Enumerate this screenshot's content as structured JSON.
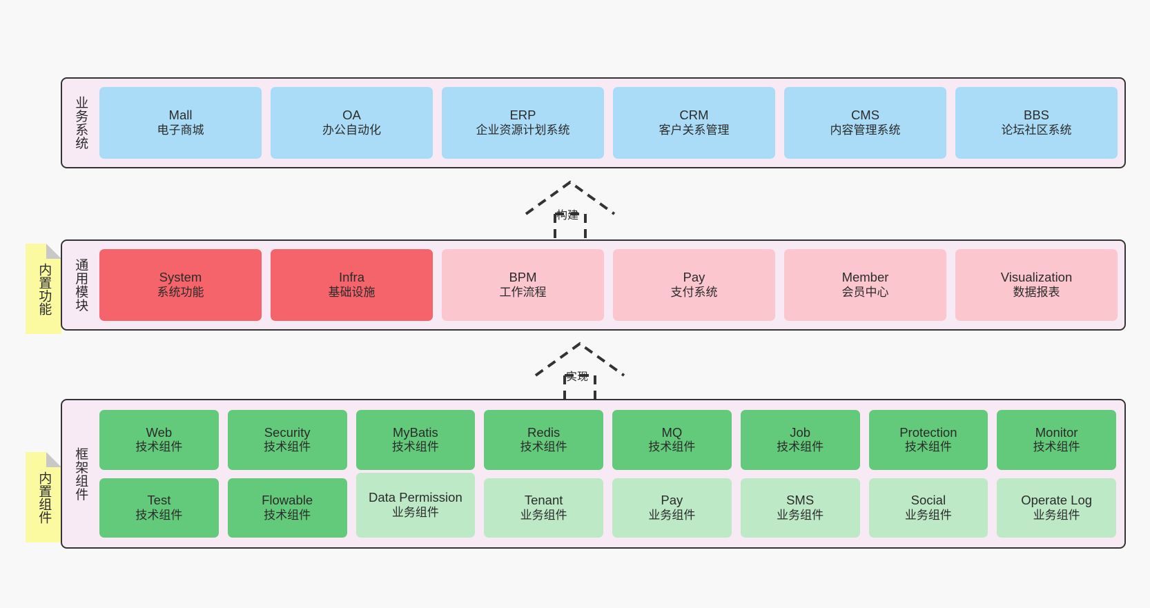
{
  "diagram": {
    "background_color": "#f8f8f8",
    "layer_fill": "#f8eaf4",
    "layer_border": "#333333",
    "note_fill": "#fbfaa0",
    "note_fold": "#c8c8c8"
  },
  "layers": [
    {
      "id": "business-system",
      "title": "业务系统",
      "note": null,
      "rows": [
        {
          "nodes": [
            {
              "en": "Mall",
              "cn": "电子商城",
              "color": "#aadcf8",
              "style": "blue"
            },
            {
              "en": "OA",
              "cn": "办公自动化",
              "color": "#aadcf8",
              "style": "blue"
            },
            {
              "en": "ERP",
              "cn": "企业资源计划系统",
              "color": "#aadcf8",
              "style": "blue"
            },
            {
              "en": "CRM",
              "cn": "客户关系管理",
              "color": "#aadcf8",
              "style": "blue"
            },
            {
              "en": "CMS",
              "cn": "内容管理系统",
              "color": "#aadcf8",
              "style": "blue"
            },
            {
              "en": "BBS",
              "cn": "论坛社区系统",
              "color": "#aadcf8",
              "style": "blue"
            }
          ]
        }
      ]
    },
    {
      "id": "common-module",
      "title": "通用模块",
      "note": "内置功能",
      "rows": [
        {
          "nodes": [
            {
              "en": "System",
              "cn": "系统功能",
              "color": "#f4646a",
              "style": "redA"
            },
            {
              "en": "Infra",
              "cn": "基础设施",
              "color": "#f4646a",
              "style": "redA"
            },
            {
              "en": "BPM",
              "cn": "工作流程",
              "color": "#fbc6ce",
              "style": "redB"
            },
            {
              "en": "Pay",
              "cn": "支付系统",
              "color": "#fbc6ce",
              "style": "redB"
            },
            {
              "en": "Member",
              "cn": "会员中心",
              "color": "#fbc6ce",
              "style": "redB"
            },
            {
              "en": "Visualization",
              "cn": "数据报表",
              "color": "#fbc6ce",
              "style": "redB"
            }
          ]
        }
      ]
    },
    {
      "id": "framework-component",
      "title": "框架组件",
      "note": "内置组件",
      "rows": [
        {
          "nodes": [
            {
              "en": "Web",
              "cn": "技术组件",
              "color": "#63c97b",
              "style": "greenA"
            },
            {
              "en": "Security",
              "cn": "技术组件",
              "color": "#63c97b",
              "style": "greenA"
            },
            {
              "en": "MyBatis",
              "cn": "技术组件",
              "color": "#63c97b",
              "style": "greenA"
            },
            {
              "en": "Redis",
              "cn": "技术组件",
              "color": "#63c97b",
              "style": "greenA"
            },
            {
              "en": "MQ",
              "cn": "技术组件",
              "color": "#63c97b",
              "style": "greenA"
            },
            {
              "en": "Job",
              "cn": "技术组件",
              "color": "#63c97b",
              "style": "greenA"
            },
            {
              "en": "Protection",
              "cn": "技术组件",
              "color": "#63c97b",
              "style": "greenA"
            },
            {
              "en": "Monitor",
              "cn": "技术组件",
              "color": "#63c97b",
              "style": "greenA"
            }
          ]
        },
        {
          "nodes": [
            {
              "en": "Test",
              "cn": "技术组件",
              "color": "#63c97b",
              "style": "greenA"
            },
            {
              "en": "Flowable",
              "cn": "技术组件",
              "color": "#63c97b",
              "style": "greenA"
            },
            {
              "en": "Data Permission",
              "cn": "业务组件",
              "color": "#bde9c7",
              "style": "greenB",
              "tall": true
            },
            {
              "en": "Tenant",
              "cn": "业务组件",
              "color": "#bde9c7",
              "style": "greenB"
            },
            {
              "en": "Pay",
              "cn": "业务组件",
              "color": "#bde9c7",
              "style": "greenB"
            },
            {
              "en": "SMS",
              "cn": "业务组件",
              "color": "#bde9c7",
              "style": "greenB"
            },
            {
              "en": "Social",
              "cn": "业务组件",
              "color": "#bde9c7",
              "style": "greenB"
            },
            {
              "en": "Operate Log",
              "cn": "业务组件",
              "color": "#bde9c7",
              "style": "greenB"
            }
          ]
        }
      ]
    }
  ],
  "connectors": [
    {
      "id": "build",
      "label": "构建",
      "from": "common-module",
      "to": "business-system"
    },
    {
      "id": "implement",
      "label": "实现",
      "from": "framework-component",
      "to": "common-module"
    }
  ]
}
